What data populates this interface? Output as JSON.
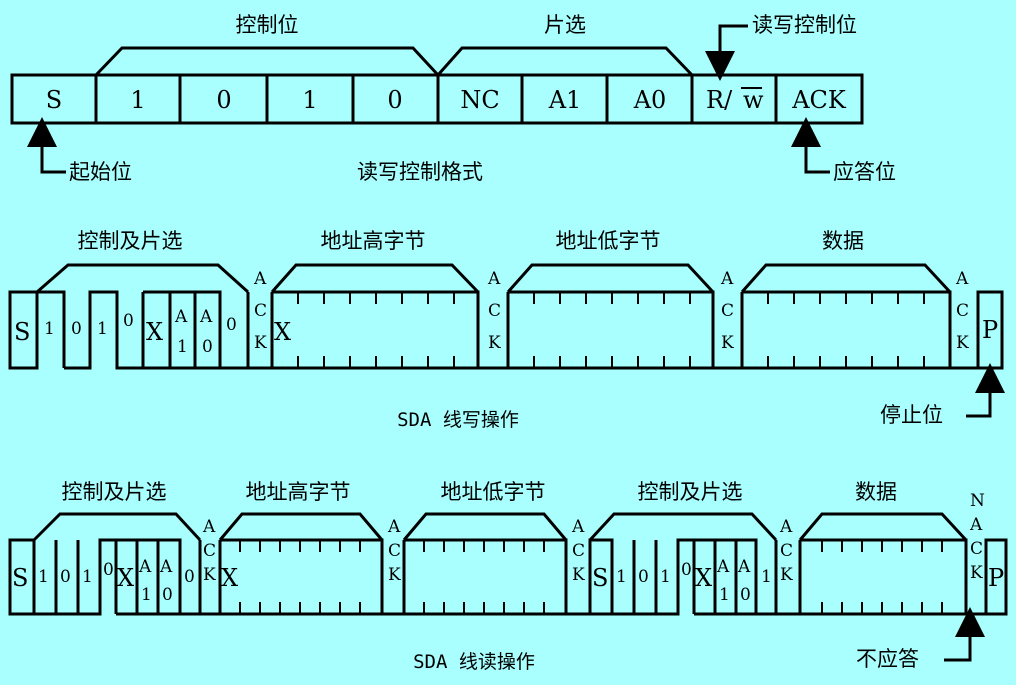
{
  "format": {
    "cells": [
      "S",
      "1",
      "0",
      "1",
      "0",
      "NC",
      "A1",
      "A0",
      "R/",
      "ACK"
    ],
    "overbar_char": "w",
    "group_control": "控制位",
    "group_chip": "片选",
    "callout_rw": "读写控制位",
    "callout_start": "起始位",
    "caption": "读写控制格式",
    "callout_ack": "应答位"
  },
  "write": {
    "labels": [
      "控制及片选",
      "地址高字节",
      "地址低字节",
      "数据"
    ],
    "bits": [
      "S",
      "1",
      "0",
      "1",
      "0",
      "X",
      "A",
      "1",
      "A",
      "0",
      "0",
      "X",
      "P"
    ],
    "ack": [
      "A",
      "C",
      "K"
    ],
    "caption": "SDA 线写操作",
    "callout_stop": "停止位"
  },
  "read": {
    "labels": [
      "控制及片选",
      "地址高字节",
      "地址低字节",
      "控制及片选",
      "数据"
    ],
    "bits": [
      "S",
      "1",
      "0",
      "1",
      "0",
      "X",
      "A",
      "1",
      "A",
      "0",
      "0",
      "X",
      "S",
      "1",
      "0",
      "1",
      "0",
      "X",
      "A",
      "1",
      "A",
      "0",
      "1",
      "P"
    ],
    "ack": [
      "A",
      "C",
      "K"
    ],
    "nack": [
      "N",
      "A",
      "C",
      "K"
    ],
    "caption": "SDA 线读操作",
    "callout_nack": "不应答"
  }
}
